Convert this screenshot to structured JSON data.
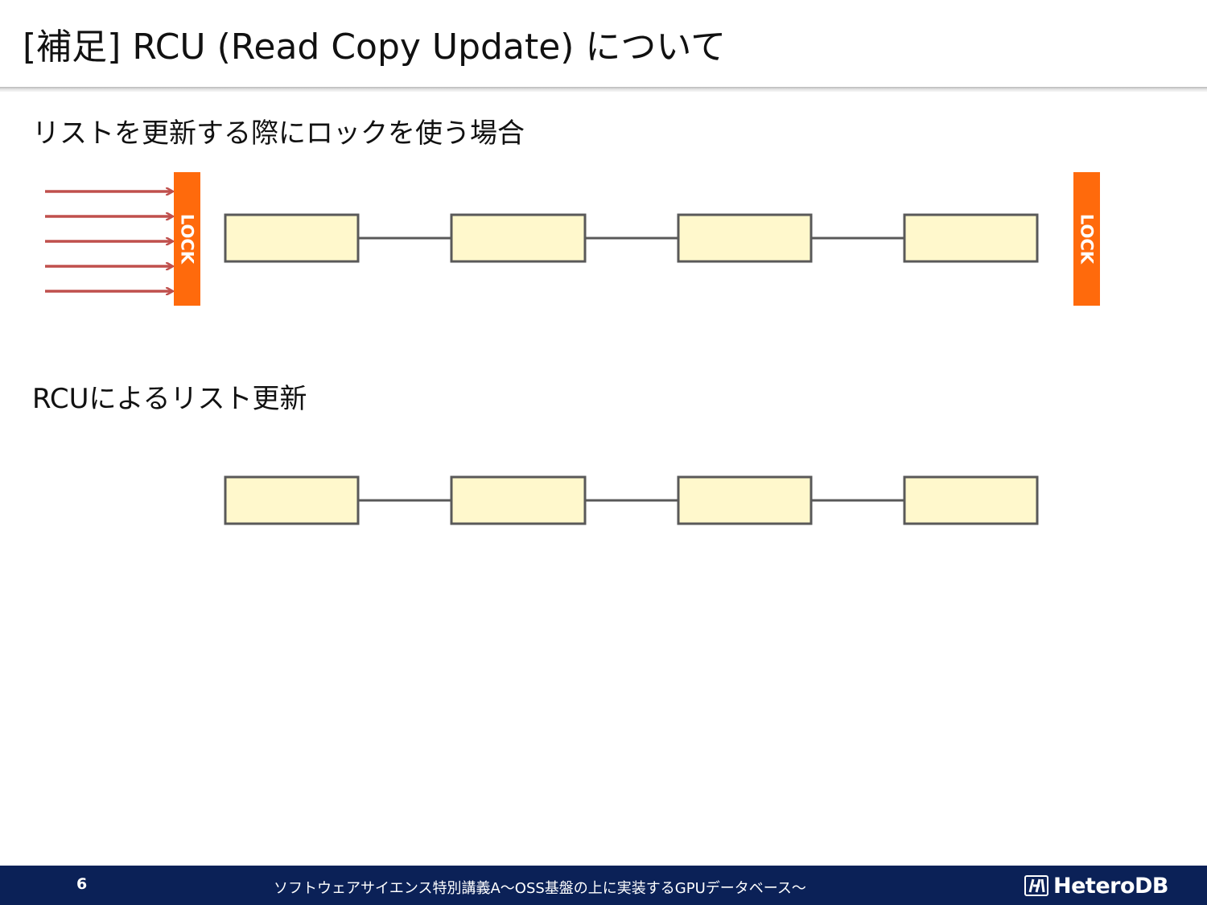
{
  "title": "[補足] RCU (Read Copy Update) について",
  "sections": [
    {
      "heading": "リストを更新する際にロックを使う場合",
      "lock_label": "LOCK",
      "reader_arrows": 5,
      "nodes": 4
    },
    {
      "heading": "RCUによるリスト更新",
      "nodes": 4
    }
  ],
  "colors": {
    "lock": "#ff6a0c",
    "node_fill": "#fff8cc",
    "node_stroke": "#595959",
    "arrow": "#c0504d",
    "footer": "#0b2157"
  },
  "footer": {
    "page_number": "6",
    "text": "ソフトウェアサイエンス特別講義A～OSS基盤の上に実装するGPUデータベース～",
    "logo": "HeteroDB",
    "logo_icon": "heterodb-logo-icon"
  }
}
